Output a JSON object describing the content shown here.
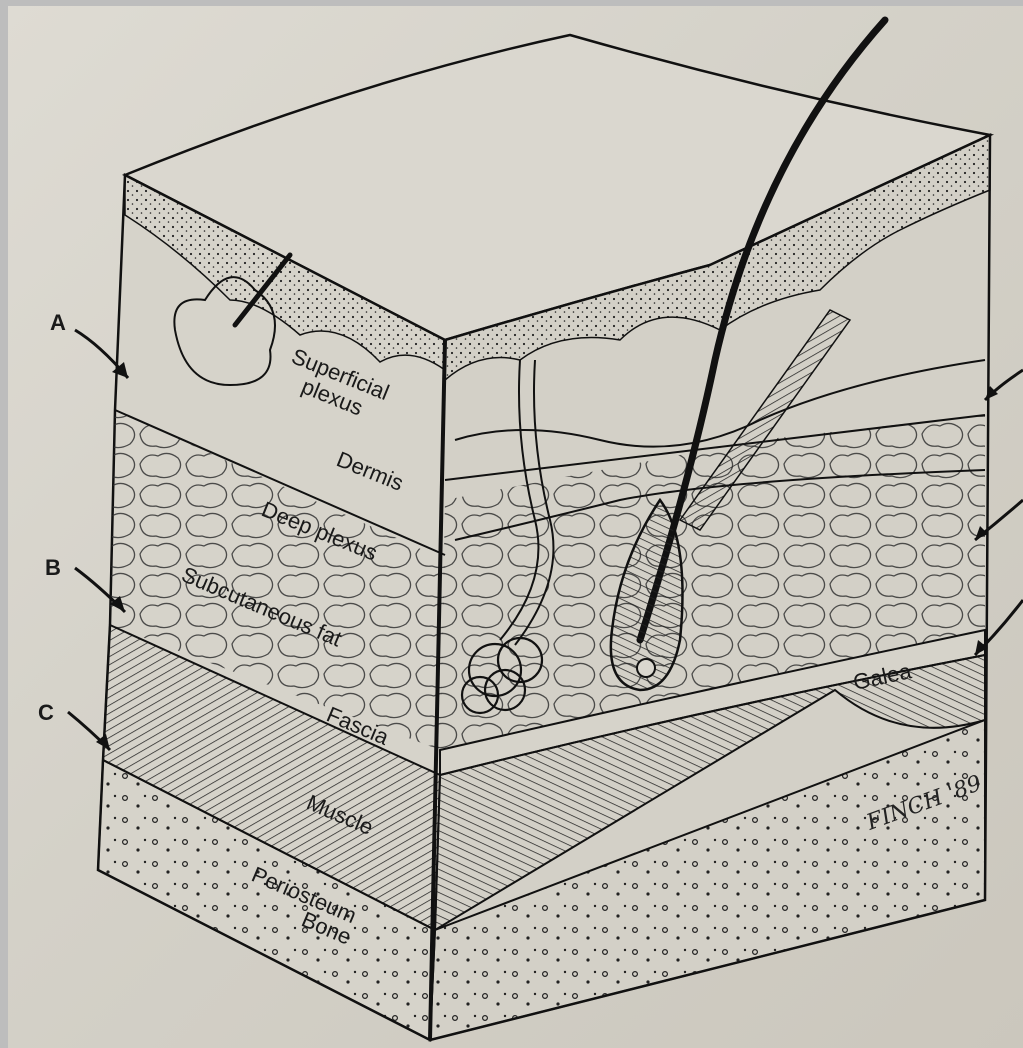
{
  "labels": {
    "superficial_1": "Superficial",
    "superficial_2": "plexus",
    "dermis": "Dermis",
    "deep_plexus": "Deep plexus",
    "subcutaneous_fat": "Subcutaneous fat",
    "fascia": "Fascia",
    "muscle": "Muscle",
    "periosteum": "Periosteum",
    "bone": "Bone",
    "galea": "Galea"
  },
  "markers": {
    "a": "A",
    "b": "B",
    "c": "C"
  },
  "signature": "FINCH '89",
  "colors": {
    "paper": "#d8d5cc",
    "ink": "#1a1a1a"
  }
}
